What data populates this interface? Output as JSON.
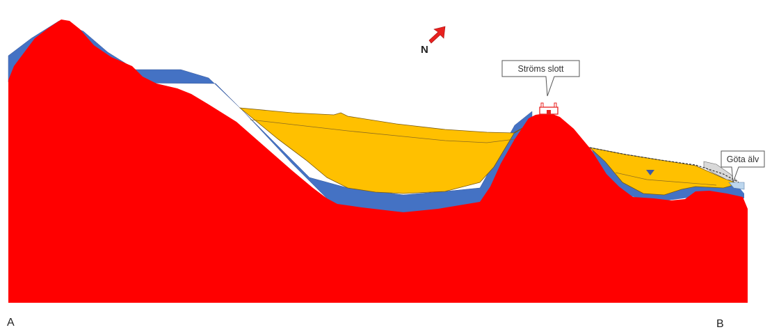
{
  "north_label": "N",
  "callout_castle": "Ströms slott",
  "callout_river": "Göta älv",
  "endpoint_a": "A",
  "endpoint_b": "B",
  "colors": {
    "bedrock": "#ff0000",
    "till": "#4472c4",
    "clay": "#ffc000",
    "north_arrow": "#e8211f",
    "fill_surface": "#d9d9d9",
    "water": "#bdd7ee"
  },
  "icons": {
    "north": "north-arrow-icon",
    "castle": "castle-icon",
    "groundwater": "groundwater-level-icon"
  }
}
